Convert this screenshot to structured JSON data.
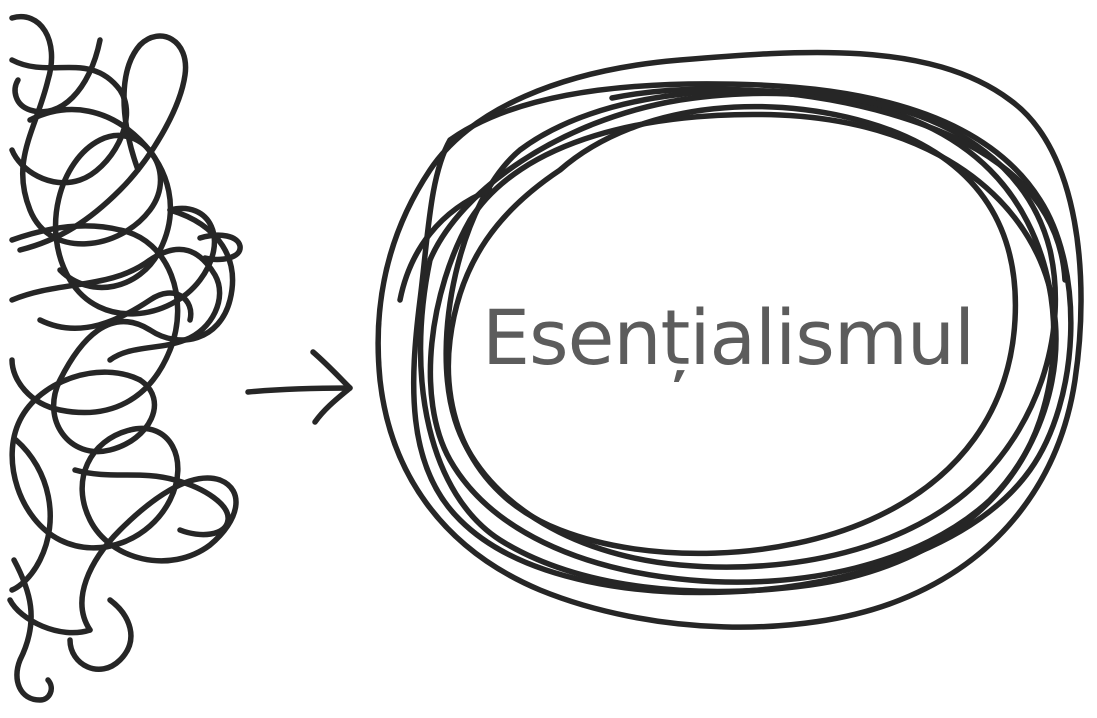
{
  "diagram": {
    "title": "Esențialismul",
    "colors": {
      "stroke": "#262626",
      "text": "#5c5c5c",
      "background": "#ffffff"
    },
    "icons": [
      "tangle-scribble",
      "arrow-right",
      "ordered-loops"
    ]
  }
}
